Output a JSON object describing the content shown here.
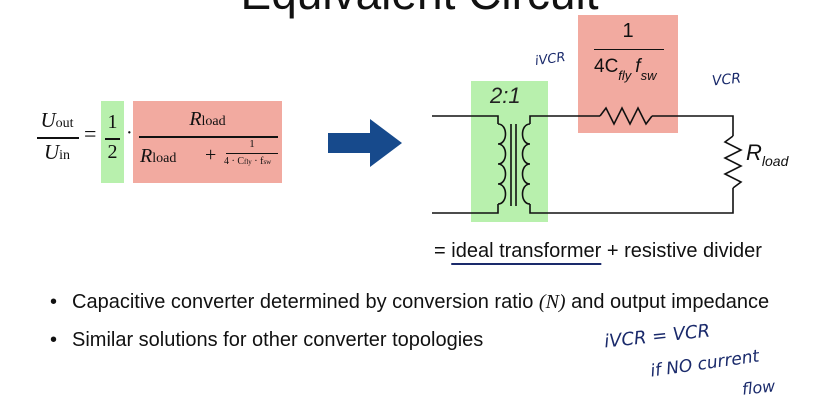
{
  "slide": {
    "title": "Equivalent Circuit"
  },
  "formula": {
    "lhs_num": "U",
    "lhs_num_sub": "out",
    "lhs_den": "U",
    "lhs_den_sub": "in",
    "equals": "=",
    "half_num": "1",
    "half_den": "2",
    "dot": "·",
    "r_num": "R",
    "r_num_sub": "load",
    "r_den": "R",
    "r_den_sub": "load",
    "plus": "+",
    "small_num": "1",
    "small_den_prefix": "4 · C",
    "small_den_sub1": "fly",
    "small_den_mid": " · f",
    "small_den_sub2": "sw"
  },
  "circuit": {
    "ratio_label": "2:1",
    "impedance_num": "1",
    "impedance_den_prefix": "4C",
    "impedance_sub1": "fly",
    "impedance_f": "f",
    "impedance_sub2": "sw",
    "load_label": "R",
    "load_sub": "load",
    "annotation_ivcr": "iVCR",
    "annotation_vcr": "VCR"
  },
  "caption": {
    "prefix": "= ",
    "underlined": "ideal transformer",
    "suffix": " + resistive divider"
  },
  "bullets": [
    {
      "text_before": "Capacitive converter determined by conversion ratio ",
      "symbol": "(N)",
      "text_after": " and output impedance"
    },
    {
      "text_before": "Similar solutions for other converter topologies",
      "symbol": "",
      "text_after": ""
    }
  ],
  "handwriting": {
    "line1": "iVCR = VCR",
    "line2": "if NO current",
    "line3": "flow"
  },
  "colors": {
    "green_highlight": "#b8f0ad",
    "red_highlight": "#f2aaa0",
    "arrow": "#174a8c",
    "ink": "#1a2a6b"
  }
}
